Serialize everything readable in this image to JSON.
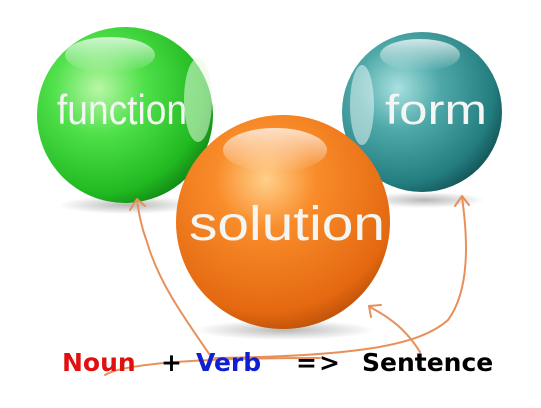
{
  "spheres": {
    "function": {
      "label": "function",
      "color": "#33cc33"
    },
    "form": {
      "label": "form",
      "color": "#2e8f8f"
    },
    "solution": {
      "label": "solution",
      "color": "#f07a18"
    }
  },
  "equation": {
    "noun": "Noun",
    "plus": "+",
    "verb": "Verb",
    "arrow": "=>",
    "sentence": "Sentence",
    "noun_color": "#e01010",
    "verb_color": "#1020d0",
    "text_color": "#000000"
  },
  "annotation_color": "#e8905a"
}
